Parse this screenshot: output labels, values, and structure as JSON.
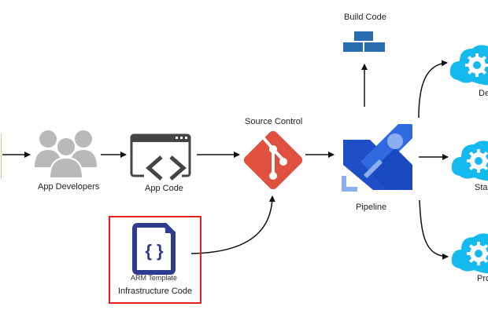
{
  "diagram": {
    "nodes": {
      "app_developers": {
        "label": "App Developers",
        "icon": "users-icon"
      },
      "app_code": {
        "label": "App Code",
        "icon": "code-window-icon"
      },
      "source_control": {
        "label": "Source Control",
        "icon": "git-icon"
      },
      "infrastructure_code": {
        "label": "Infrastructure Code",
        "sublabel": "ARM Template",
        "icon": "arm-template-icon"
      },
      "pipeline": {
        "label": "Pipeline",
        "icon": "azure-pipelines-rocket-icon"
      },
      "build_code": {
        "label": "Build Code",
        "icon": "bricks-icon"
      },
      "dev": {
        "label": "Dev",
        "icon": "cloud-gear-icon"
      },
      "staging": {
        "label": "Staging",
        "icon": "cloud-gear-icon"
      },
      "prod": {
        "label": "Prod",
        "icon": "cloud-gear-icon"
      }
    },
    "edges": [
      {
        "from": "offscreen-left",
        "to": "app_developers"
      },
      {
        "from": "app_developers",
        "to": "app_code"
      },
      {
        "from": "app_code",
        "to": "source_control"
      },
      {
        "from": "infrastructure_code",
        "to": "source_control"
      },
      {
        "from": "source_control",
        "to": "pipeline"
      },
      {
        "from": "pipeline",
        "to": "build_code"
      },
      {
        "from": "pipeline",
        "to": "dev"
      },
      {
        "from": "pipeline",
        "to": "staging"
      },
      {
        "from": "pipeline",
        "to": "prod"
      }
    ],
    "colors": {
      "git": "#e0503e",
      "arm": "#2e3b8f",
      "pipeline_dark": "#1e4fc7",
      "pipeline_mid": "#2f6ae0",
      "pipeline_light": "#8aaef0",
      "build": "#2a6cb0",
      "cloud": "#14b9ee",
      "highlight_border": "#e02020",
      "people": "#b9b9b9",
      "code_window": "#444444",
      "left_edge": "#b8d89a"
    }
  }
}
